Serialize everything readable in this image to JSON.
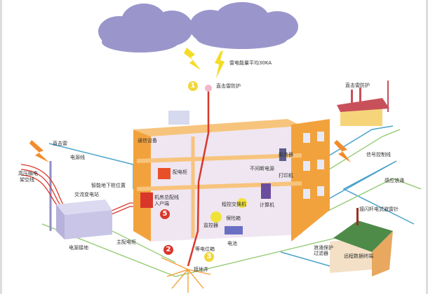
{
  "labels": {
    "lightning_energy": "雷电能量平均30KA",
    "direct_protection_main": "直击雷防护",
    "direct_protection_factory": "直击雷防护",
    "direct_lightning": "直击雷",
    "power_line": "电源线",
    "hv_line": "高压输电",
    "hv_line2": "架空线",
    "substation": "交流变电站",
    "ground_strike": "智能地下桩位置",
    "main_panel": "主配电柜",
    "power_ground": "电源接地",
    "comm_equipment": "通信设备",
    "distribution_cabinet": "配电柜",
    "server": "服务器",
    "ups": "不间断电源",
    "printer": "打印机",
    "room_entry": "机房总配线",
    "room_entry2": "入户端",
    "pbx": "程控交换机",
    "computer": "计算机",
    "monitor": "监控器",
    "safe": "保险箱",
    "battery": "电池",
    "equipotential": "等电位箱",
    "ground_well": "接地井",
    "signal_line": "信号控制线",
    "surge": "感应浪涌",
    "rod": "接闪杆电式避雷针",
    "spd": "浪涌保护",
    "spd2": "过滤器",
    "remote_terminal": "远程数据终端"
  },
  "markers": [
    "1",
    "2",
    "3",
    "5"
  ],
  "colors": {
    "building": "#f2a23c",
    "cloud": "#9a96cc",
    "bolt": "#f3dc2a",
    "wire_blue": "#4aa3c9",
    "wire_green": "#9ccf7e",
    "wire_red": "#d9372a"
  }
}
